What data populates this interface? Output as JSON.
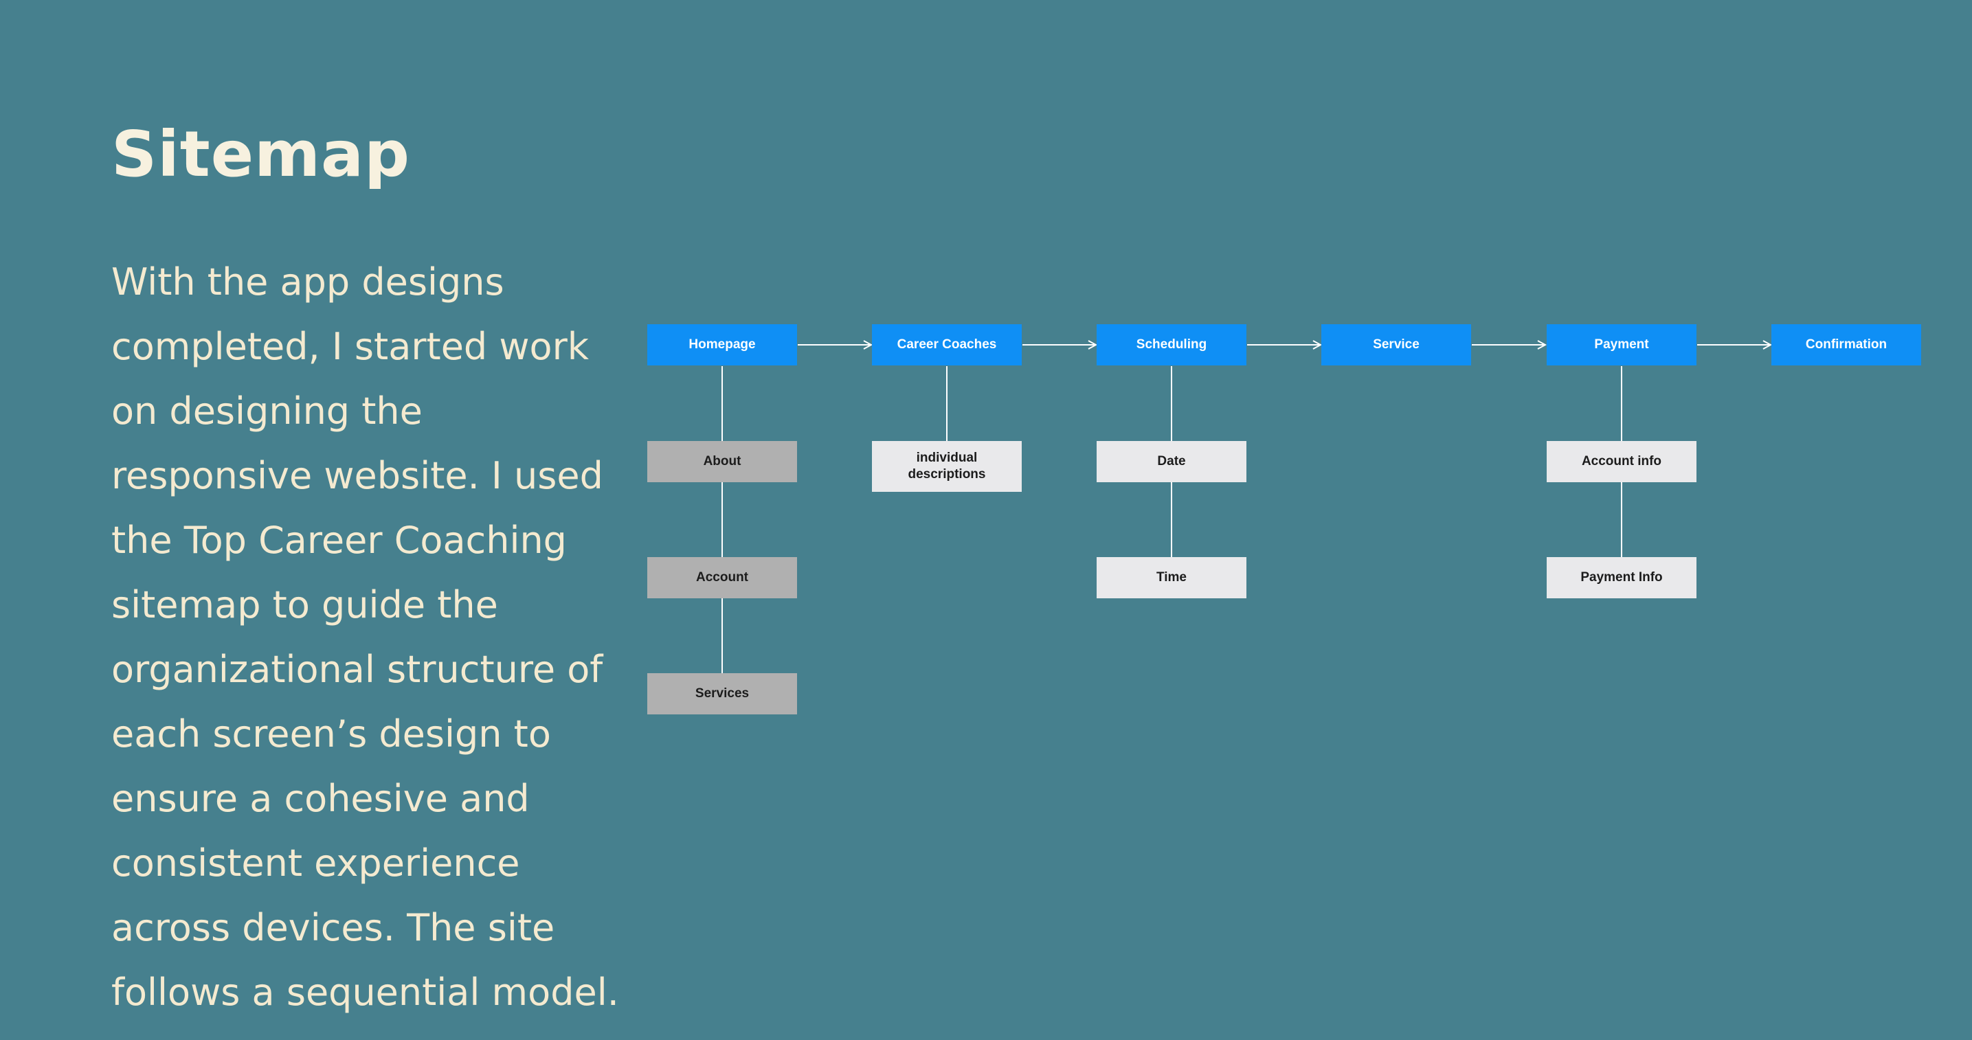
{
  "title": "Sitemap",
  "description": "With the app designs completed, I started work on designing the responsive website. I used the Top Career Coaching sitemap to guide the organizational structure of each screen’s design to ensure a cohesive and consistent experience across devices. The site follows a sequential model.",
  "colors": {
    "background": "#46808e",
    "primary_node": "#0f8ff5",
    "grey_node": "#b0b0b0",
    "light_node": "#e9e9eb",
    "connector": "#ffffff"
  },
  "sitemap": {
    "primary": {
      "homepage": "Homepage",
      "career_coaches": "Career Coaches",
      "scheduling": "Scheduling",
      "service": "Service",
      "payment": "Payment",
      "confirmation": "Confirmation"
    },
    "homepage_children": {
      "about": "About",
      "account": "Account",
      "services": "Services"
    },
    "career_coaches_children": {
      "individual_descriptions": "individual descriptions"
    },
    "scheduling_children": {
      "date": "Date",
      "time": "Time"
    },
    "payment_children": {
      "account_info": "Account info",
      "payment_info": "Payment Info"
    }
  }
}
